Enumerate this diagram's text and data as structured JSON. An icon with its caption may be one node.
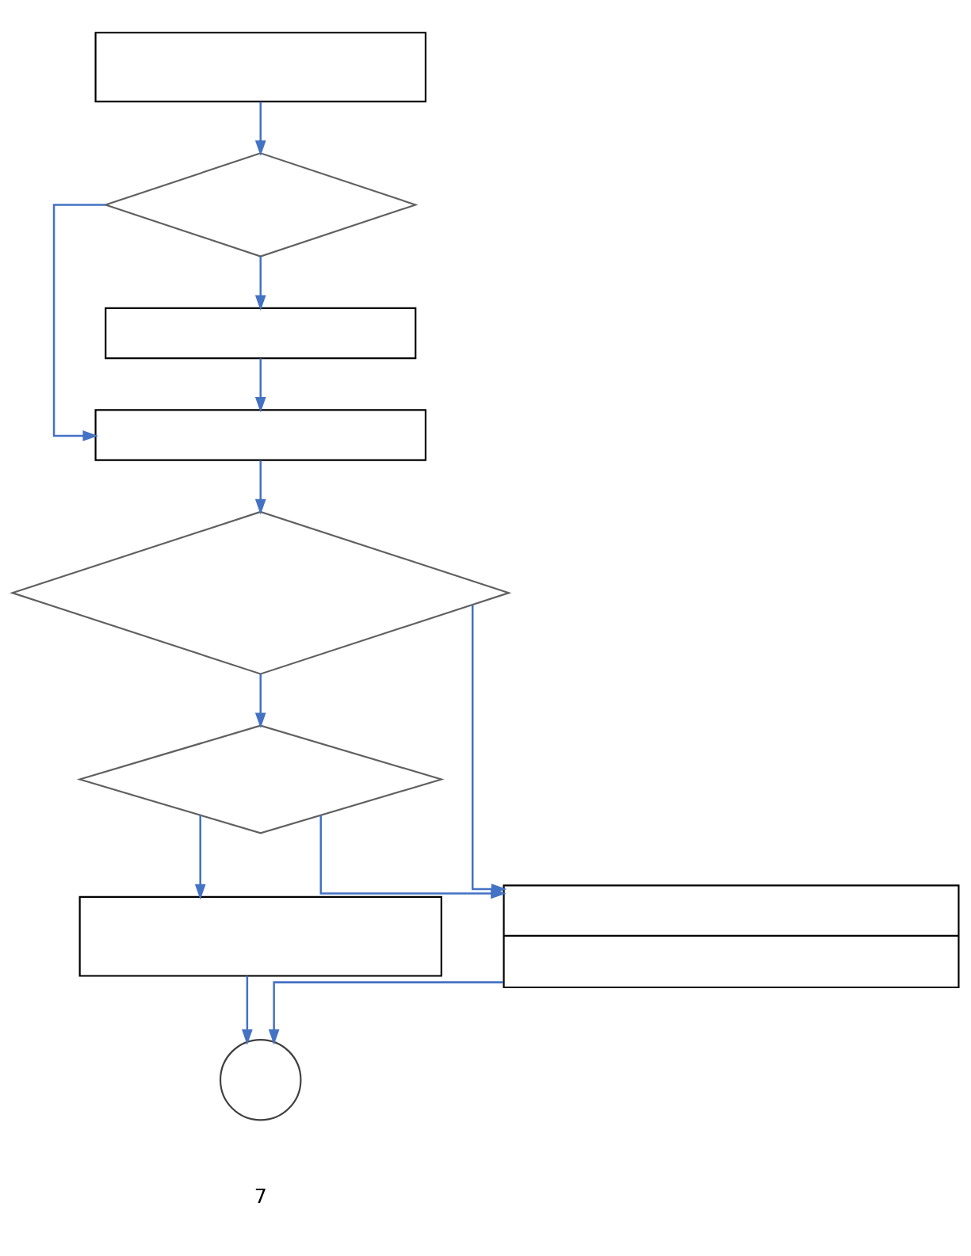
{
  "diagram": {
    "nodes": [
      {
        "text": [],
        "shape": "box"
      },
      {
        "text": [],
        "shape": "diamond"
      },
      {
        "text": [],
        "shape": "box"
      },
      {
        "text": [],
        "shape": "box"
      },
      {
        "text": [],
        "shape": "diamond"
      },
      {
        "text": [],
        "shape": "diamond"
      },
      {
        "text": [],
        "shape": "box"
      },
      {
        "text": [],
        "shape": "box"
      },
      {
        "text": [],
        "shape": "circle"
      }
    ],
    "edges": [
      {
        "from": 0,
        "to": 1,
        "arrow": "to"
      },
      {
        "from": 1,
        "to": 2,
        "arrow": "to"
      },
      {
        "from": 1,
        "to": 3,
        "arrow": "to"
      },
      {
        "from": 2,
        "to": 3,
        "arrow": "to"
      },
      {
        "from": 3,
        "to": 4,
        "arrow": "to"
      },
      {
        "from": 4,
        "to": 5,
        "arrow": "to"
      },
      {
        "from": 4,
        "to": 6,
        "arrow": "to"
      },
      {
        "from": 5,
        "to": 7,
        "arrow": "to"
      },
      {
        "from": 5,
        "to": 6,
        "arrow": "to"
      },
      {
        "from": 7,
        "to": 8,
        "arrow": "to"
      },
      {
        "from": 6,
        "to": 8,
        "arrow": "to"
      }
    ],
    "labels": [
      "7"
    ]
  }
}
